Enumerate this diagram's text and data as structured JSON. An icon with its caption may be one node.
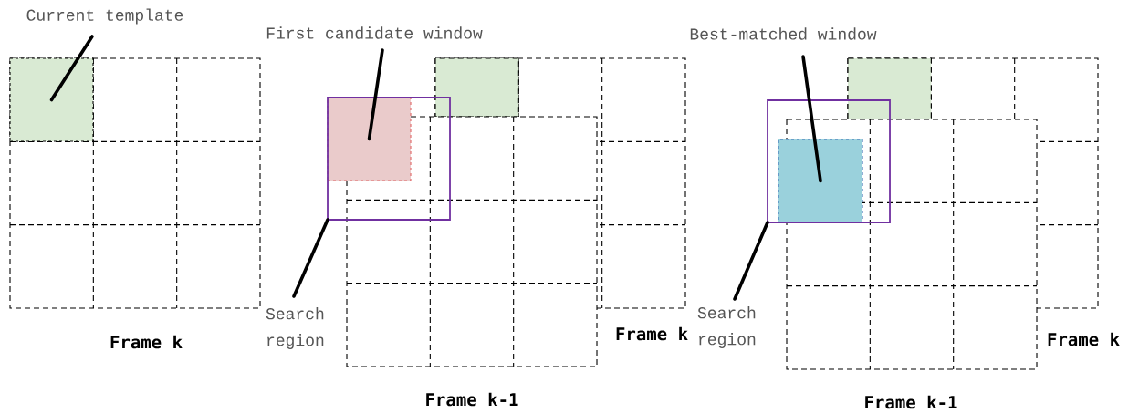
{
  "diagram": {
    "nodes": [
      {
        "text": [
          "Current template"
        ]
      },
      {
        "text": [],
        "shape": "box"
      },
      {
        "text": [
          "First candidate window"
        ]
      },
      {
        "text": [],
        "shape": "box"
      },
      {
        "text": [],
        "shape": "box",
        "in": 3
      },
      {
        "text": [
          "Search region"
        ]
      },
      {
        "text": [
          "Best-matched window"
        ]
      },
      {
        "text": [],
        "shape": "box"
      },
      {
        "text": [],
        "shape": "box",
        "in": 7
      },
      {
        "text": [
          "Search region"
        ]
      }
    ],
    "edges": [
      {
        "from": 0,
        "to": 1,
        "arrow": "none"
      },
      {
        "from": 2,
        "to": 4,
        "arrow": "none"
      },
      {
        "from": 5,
        "to": 3,
        "arrow": "none"
      },
      {
        "from": 6,
        "to": 8,
        "arrow": "none"
      },
      {
        "from": 9,
        "to": 7,
        "arrow": "none"
      }
    ],
    "labels": [
      "Frame k",
      "Frame k",
      "Frame k-1",
      "Frame k",
      "Frame k-1"
    ]
  }
}
